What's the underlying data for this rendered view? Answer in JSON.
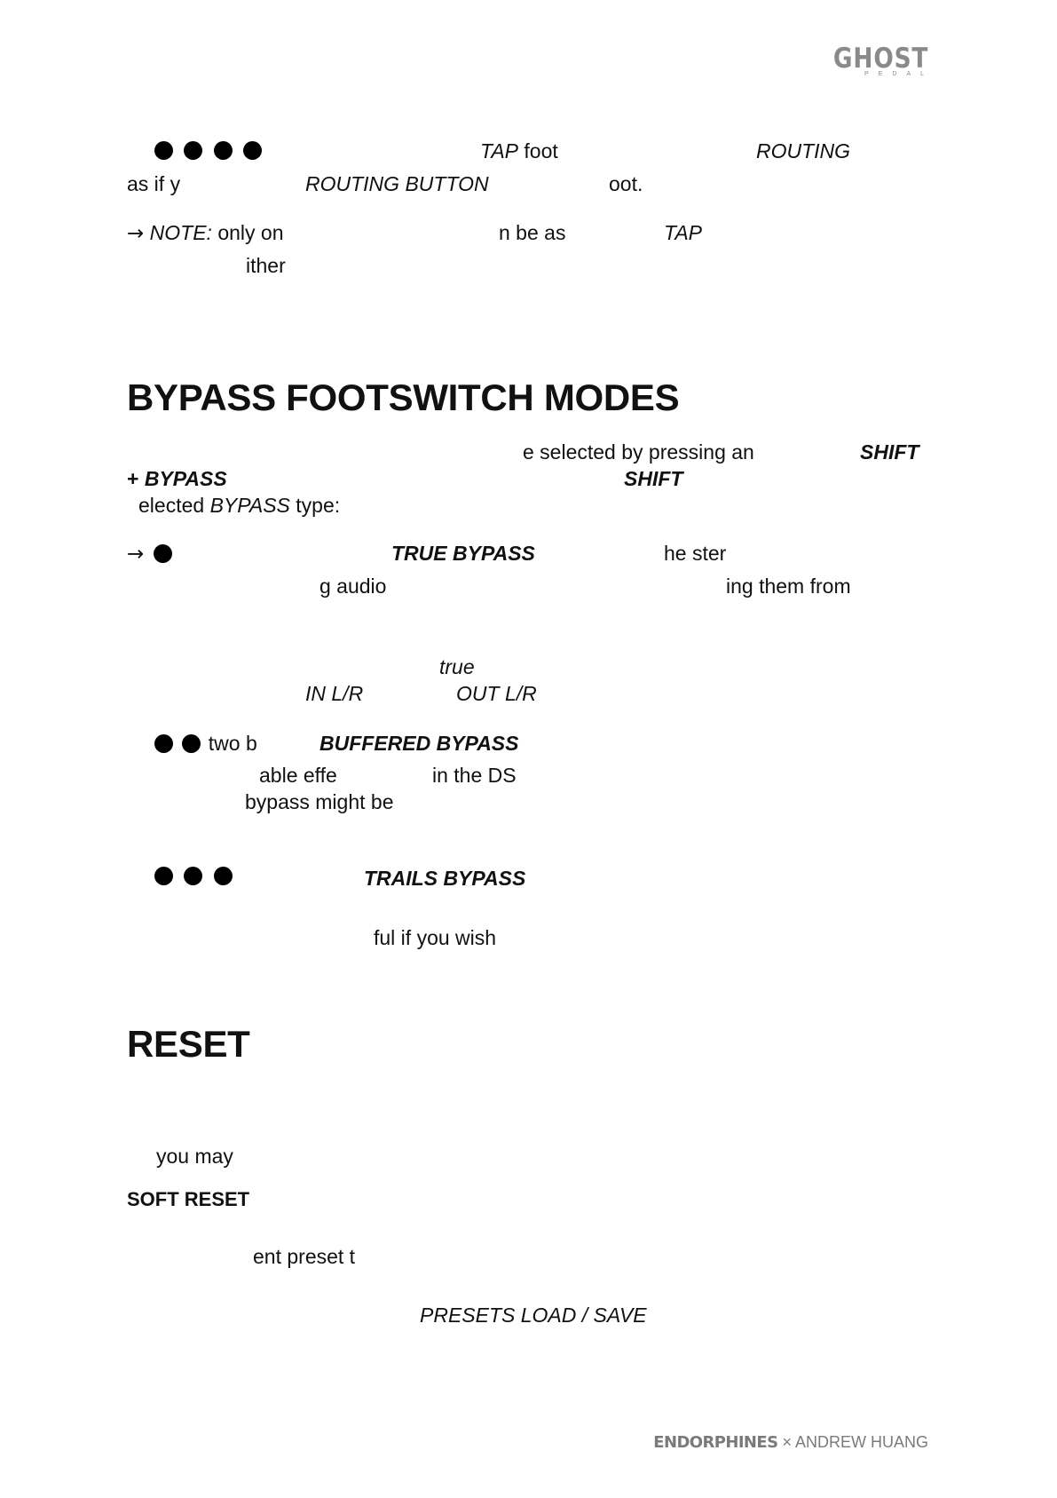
{
  "header": {
    "logo": "GHOST",
    "logo_sub": "PEDAL"
  },
  "tap_section": {
    "line1": {
      "tap": "TAP",
      "foot": " foot",
      "routing": "ROUTING"
    },
    "line2": {
      "as_if": "as if y",
      "routing_button": "ROUTING BUTTON",
      "oot": "oot."
    },
    "note": {
      "arrow": "→",
      "label": "NOTE:",
      "only_on": " only on",
      "be_as": "n be as",
      "tap": "TAP",
      "either": "ither"
    }
  },
  "bypass": {
    "title": "BYPASS FOOTSWITCH MODES",
    "intro1": {
      "text": "e selected by pressing an",
      "shift": "SHIFT"
    },
    "intro2": {
      "plus": "+ ",
      "bypass": "BYPASS",
      "shift": "SHIFT"
    },
    "intro3": {
      "pre": "elected ",
      "bypass": "BYPASS",
      "post": " type:"
    },
    "true_bypass": {
      "arrow": "→",
      "label": "TRUE BYPASS",
      "text1": "he ster",
      "text2": "g audio",
      "text3": "ing them from",
      "true": "true",
      "in": "IN L/R",
      "out": "OUT L/R"
    },
    "buffered": {
      "two_b": "two b",
      "label": "BUFFERED BYPASS",
      "text1": "able effe",
      "text2": "in the DS",
      "text3": "bypass might be"
    },
    "trails": {
      "label": "TRAILS BYPASS",
      "text1": "ful if you wish"
    }
  },
  "reset": {
    "title": "RESET",
    "you_may": "you may",
    "soft_reset": "SOFT RESET",
    "preset": "ent preset t",
    "presets_load_save": "PRESETS LOAD / SAVE"
  },
  "footer": {
    "brand": "ENDORPHINES",
    "x": " × ",
    "author": "ANDREW HUANG"
  }
}
